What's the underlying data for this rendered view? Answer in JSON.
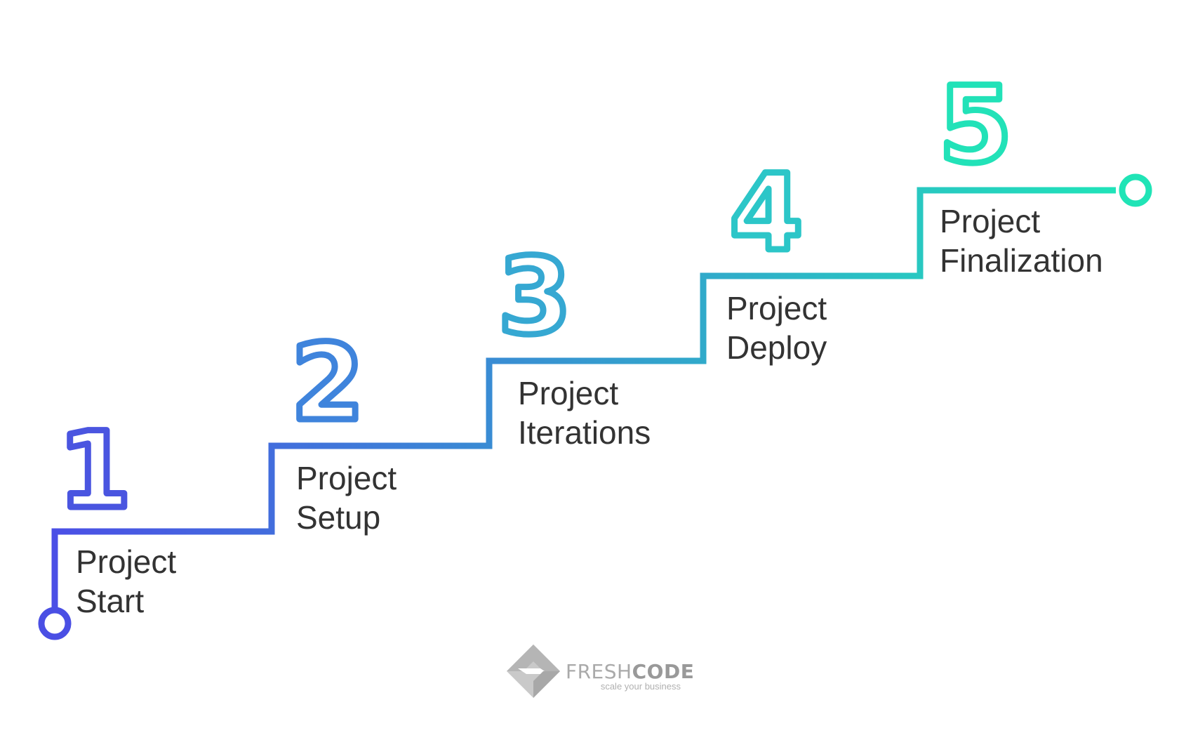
{
  "steps": [
    {
      "number": "1",
      "line1": "Project",
      "line2": "Start",
      "color": "#4a55e0"
    },
    {
      "number": "2",
      "line1": "Project",
      "line2": "Setup",
      "color": "#3f84dc"
    },
    {
      "number": "3",
      "line1": "Project",
      "line2": "Iterations",
      "color": "#36a8d2"
    },
    {
      "number": "4",
      "line1": "Project",
      "line2": "Deploy",
      "color": "#2cc6c8"
    },
    {
      "number": "5",
      "line1": "Project",
      "line2": "Finalization",
      "color": "#22e2b8"
    }
  ],
  "gradient": {
    "start": "#4b4fe6",
    "end": "#1fe6b8"
  },
  "logo": {
    "name_light": "FRESH",
    "name_bold": "CODE",
    "tagline": "scale your business",
    "icon": "freshcode-diamond-icon"
  }
}
